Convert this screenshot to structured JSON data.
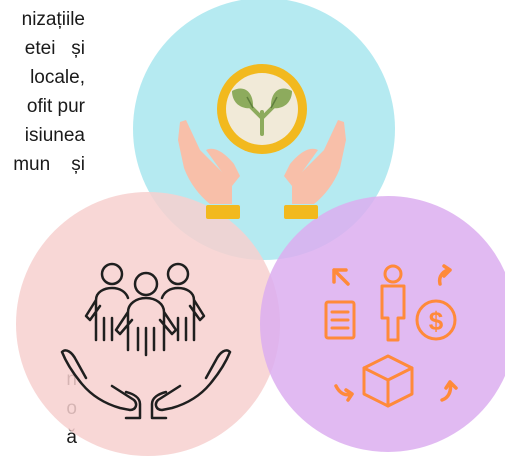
{
  "text_fragments": {
    "top_block": [
      "nizațiile",
      "etei   și",
      "locale,",
      "ofit pur",
      "isiunea",
      "mun    și"
    ],
    "bottom_block": [
      "n",
      "o",
      "ă"
    ]
  },
  "circles": {
    "top": {
      "color": "#a8e6ee",
      "icon": "hands-with-plant-icon"
    },
    "left": {
      "color": "#f7d0cf",
      "icon": "hands-holding-people-icon"
    },
    "right": {
      "color": "#dcaef0",
      "icon": "business-cycle-icon"
    }
  },
  "icon_colors": {
    "plant_ring": "#f2b91e",
    "plant_leaf": "#8dab5d",
    "hand_skin": "#f8bfa9",
    "cuff": "#f2b91e",
    "people_outline": "#1f1f1f",
    "cycle_orange": "#ff8a3a"
  }
}
